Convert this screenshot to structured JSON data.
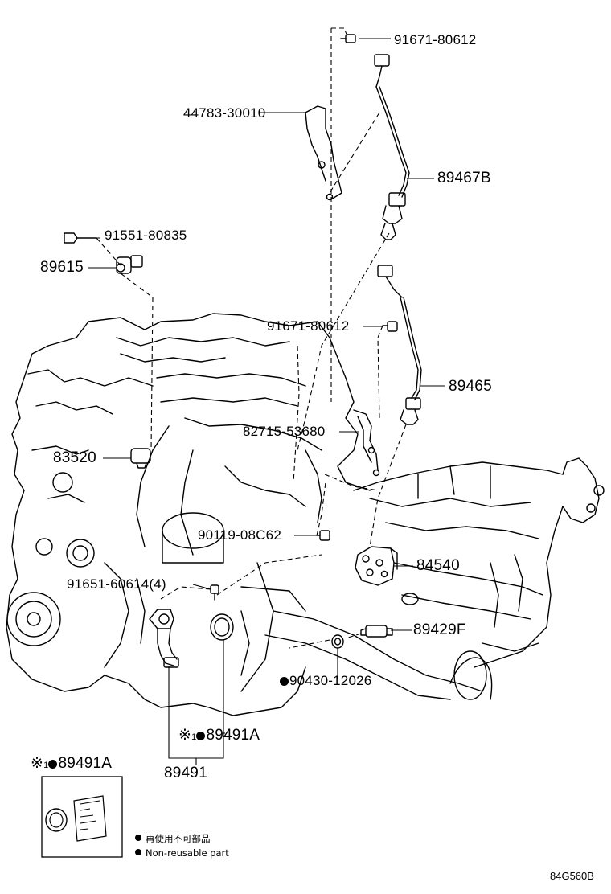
{
  "labels": {
    "p91671_top": "91671-80612",
    "p44783": "44783-30010",
    "p89467B": "89467B",
    "p91551": "91551-80835",
    "p89615": "89615",
    "p91671_mid": "91671-80612",
    "p89465": "89465",
    "p82715": "82715-53680",
    "p83520": "83520",
    "p90119": "90119-08C62",
    "p84540": "84540",
    "p91651": "91651-60614(4)",
    "p89429F": "89429F",
    "p90430": "90430-12026",
    "p89491A": "89491A",
    "p89491": "89491",
    "kit_title": "89491A",
    "ref_mark_sub": "1",
    "ref_mark": "※",
    "note_jp": "再使用不可部品",
    "note_en": "Non-reusable part",
    "figure_code": "84G560B"
  }
}
